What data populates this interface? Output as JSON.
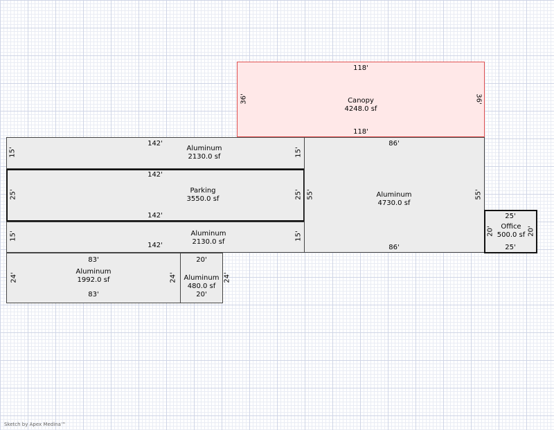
{
  "areas": {
    "canopy": {
      "name": "Canopy",
      "area": "4248.0 sf",
      "top": "118'",
      "bottom": "118'",
      "left": "36'",
      "right": "36'"
    },
    "alum_top": {
      "name": "Aluminum",
      "area": "2130.0 sf",
      "top": "142'",
      "left": "15'",
      "right": "15'"
    },
    "parking": {
      "name": "Parking",
      "area": "3550.0 sf",
      "top": "142'",
      "bottom": "142'",
      "left": "25'",
      "right": "25'"
    },
    "alum_mid": {
      "name": "Aluminum",
      "area": "2130.0 sf",
      "bottom": "142'",
      "left": "15'",
      "right": "15'"
    },
    "alum_big": {
      "name": "Aluminum",
      "area": "4730.0 sf",
      "top": "86'",
      "bottom": "86'",
      "left": "55'",
      "right": "55'"
    },
    "office": {
      "name": "Office",
      "area": "500.0 sf",
      "top": "25'",
      "bottom": "25'",
      "left": "20'",
      "right": "20'"
    },
    "alum_bl": {
      "name": "Aluminum",
      "area": "1992.0 sf",
      "top": "83'",
      "bottom": "83'",
      "left": "24'",
      "right": "24'"
    },
    "alum_small": {
      "name": "Aluminum",
      "area": "480.0 sf",
      "top": "20'",
      "bottom": "20'",
      "right": "24'"
    }
  },
  "footer": "Sketch by Apex Medina™"
}
